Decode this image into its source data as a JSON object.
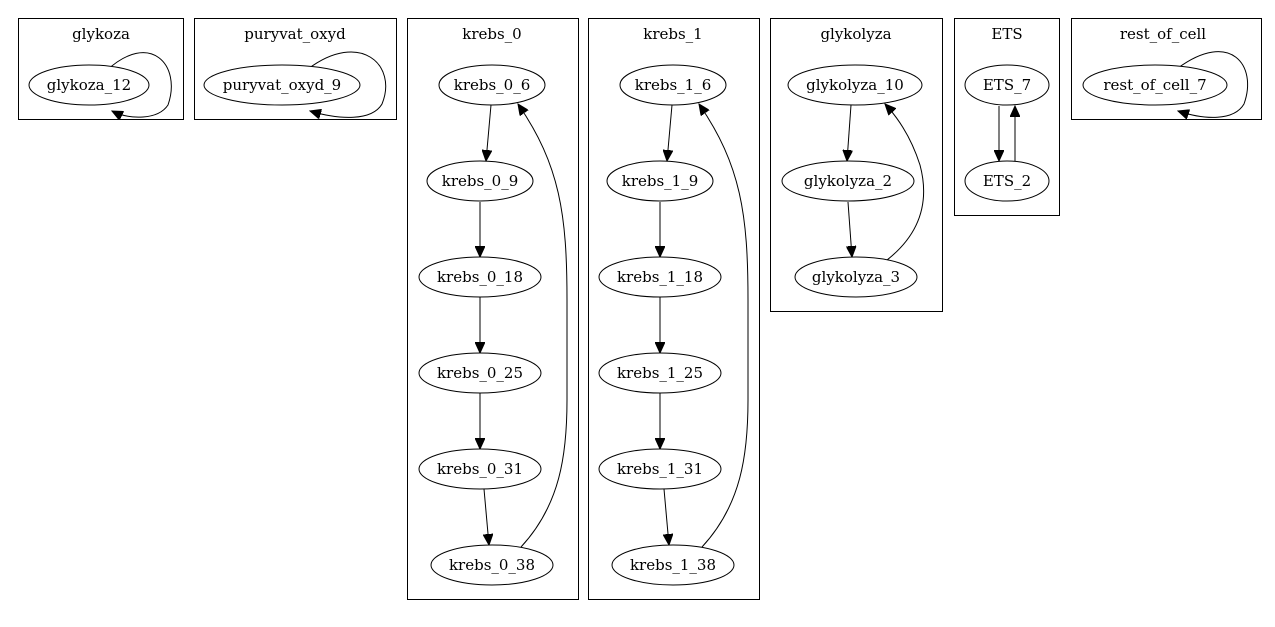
{
  "clusters": [
    {
      "title": "glykoza",
      "nodes": [
        "glykoza_12"
      ]
    },
    {
      "title": "puryvat_oxyd",
      "nodes": [
        "puryvat_oxyd_9"
      ]
    },
    {
      "title": "krebs_0",
      "nodes": [
        "krebs_0_6",
        "krebs_0_9",
        "krebs_0_18",
        "krebs_0_25",
        "krebs_0_31",
        "krebs_0_38"
      ]
    },
    {
      "title": "krebs_1",
      "nodes": [
        "krebs_1_6",
        "krebs_1_9",
        "krebs_1_18",
        "krebs_1_25",
        "krebs_1_31",
        "krebs_1_38"
      ]
    },
    {
      "title": "glykolyza",
      "nodes": [
        "glykolyza_10",
        "glykolyza_2",
        "glykolyza_3"
      ]
    },
    {
      "title": "ETS",
      "nodes": [
        "ETS_7",
        "ETS_2"
      ]
    },
    {
      "title": "rest_of_cell",
      "nodes": [
        "rest_of_cell_7"
      ]
    }
  ],
  "edges": [
    {
      "from": "glykoza_12",
      "to": "glykoza_12"
    },
    {
      "from": "puryvat_oxyd_9",
      "to": "puryvat_oxyd_9"
    },
    {
      "from": "krebs_0_6",
      "to": "krebs_0_9"
    },
    {
      "from": "krebs_0_9",
      "to": "krebs_0_18"
    },
    {
      "from": "krebs_0_18",
      "to": "krebs_0_25"
    },
    {
      "from": "krebs_0_25",
      "to": "krebs_0_31"
    },
    {
      "from": "krebs_0_31",
      "to": "krebs_0_38"
    },
    {
      "from": "krebs_0_38",
      "to": "krebs_0_6"
    },
    {
      "from": "krebs_1_6",
      "to": "krebs_1_9"
    },
    {
      "from": "krebs_1_9",
      "to": "krebs_1_18"
    },
    {
      "from": "krebs_1_18",
      "to": "krebs_1_25"
    },
    {
      "from": "krebs_1_25",
      "to": "krebs_1_31"
    },
    {
      "from": "krebs_1_31",
      "to": "krebs_1_38"
    },
    {
      "from": "krebs_1_38",
      "to": "krebs_1_6"
    },
    {
      "from": "glykolyza_10",
      "to": "glykolyza_2"
    },
    {
      "from": "glykolyza_2",
      "to": "glykolyza_3"
    },
    {
      "from": "glykolyza_3",
      "to": "glykolyza_10"
    },
    {
      "from": "ETS_7",
      "to": "ETS_2"
    },
    {
      "from": "ETS_2",
      "to": "ETS_7"
    },
    {
      "from": "rest_of_cell_7",
      "to": "rest_of_cell_7"
    }
  ]
}
